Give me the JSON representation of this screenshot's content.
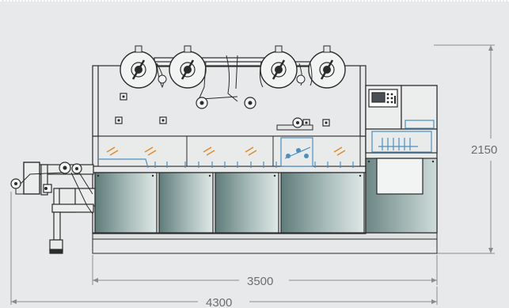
{
  "dimensions": {
    "height_label": "2150",
    "width_inner_label": "3500",
    "width_total_label": "4300"
  },
  "colors": {
    "background": "#e8e9ea",
    "dimension_line": "#8a8d8f",
    "machine_outline": "#2b2b2b",
    "panel_gradient_dark": "#5f7c7a",
    "panel_gradient_light": "#d6e1df",
    "accent_orange": "#e08a2c",
    "accent_blue": "#4a90c0"
  }
}
